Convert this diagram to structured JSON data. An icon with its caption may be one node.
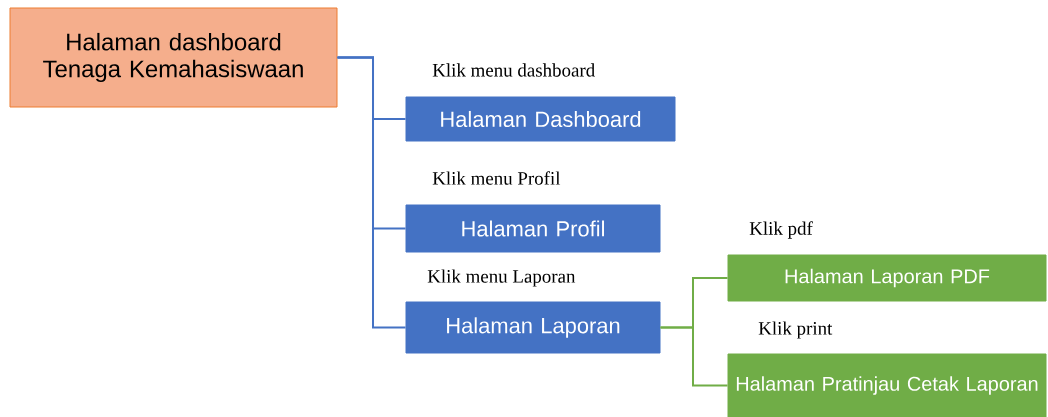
{
  "diagram": {
    "nodes": [
      {
        "text": [
          "Halaman dashboard Tenaga Kemahasiswaan"
        ]
      },
      {
        "text": [
          "Halaman Dashboard"
        ]
      },
      {
        "text": [
          "Halaman Profil"
        ]
      },
      {
        "text": [
          "Halaman Laporan"
        ]
      },
      {
        "text": [
          "Halaman Laporan PDF"
        ]
      },
      {
        "text": [
          "Halaman Pratinjau Cetak Laporan"
        ]
      }
    ],
    "edges": [
      {
        "from": 0,
        "to": 1,
        "arrow": "none",
        "label": "Klik menu dashboard"
      },
      {
        "from": 0,
        "to": 2,
        "arrow": "none",
        "label": "Klik menu Profil"
      },
      {
        "from": 0,
        "to": 3,
        "arrow": "none",
        "label": "Klik menu Laporan"
      },
      {
        "from": 3,
        "to": 4,
        "arrow": "none",
        "label": "Klik pdf",
        "color": "#70ad47"
      },
      {
        "from": 3,
        "to": 5,
        "arrow": "none",
        "label": "Klik print",
        "color": "#70ad47"
      }
    ]
  }
}
